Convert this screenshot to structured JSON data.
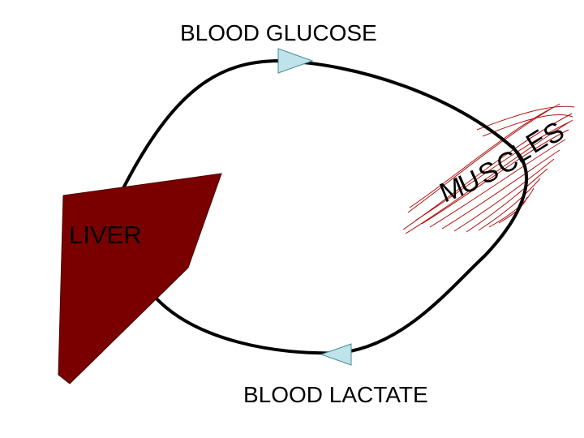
{
  "labels": {
    "top": "BLOOD GLUCOSE",
    "bottom": "BLOOD LACTATE",
    "organ_left": "LIVER",
    "organ_right": "MUSCLES"
  },
  "colors": {
    "liver_fill": "#7a0000",
    "muscle_stroke": "#b01515",
    "cycle_line": "#000000",
    "arrow_fill": "#bfe3ea"
  },
  "icons": {
    "top_arrow": "triangle-arrow-right",
    "bottom_arrow": "triangle-arrow-left"
  }
}
